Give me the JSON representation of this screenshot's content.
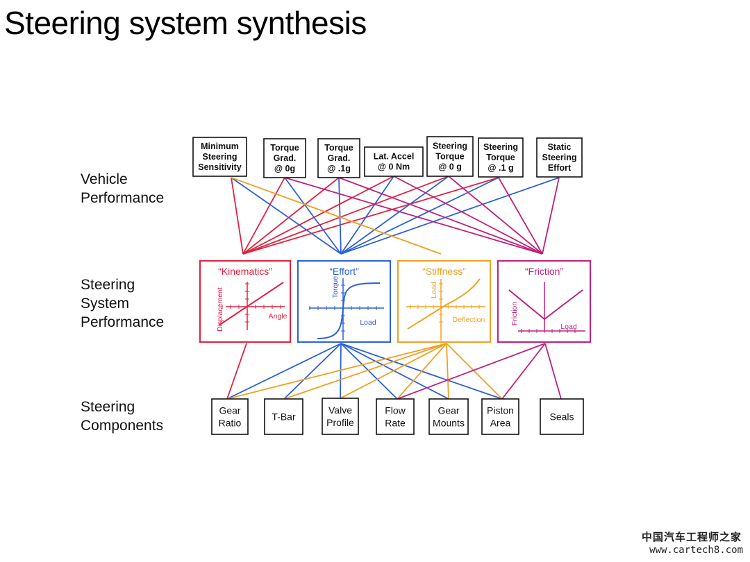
{
  "title": "Steering system synthesis",
  "row_labels": {
    "vehicle": [
      "Vehicle",
      "Performance"
    ],
    "system": [
      "Steering",
      "System",
      "Performance"
    ],
    "components": [
      "Steering",
      "Components"
    ]
  },
  "colors": {
    "kinematics": "#e0213f",
    "effort": "#2b5fd9",
    "stiffness": "#f0a020",
    "friction": "#c0207a"
  },
  "vehicle_boxes": [
    {
      "id": "v1",
      "lines": [
        "Minimum",
        "Steering",
        "Sensitivity"
      ]
    },
    {
      "id": "v2",
      "lines": [
        "Torque",
        "Grad.",
        "@ 0g"
      ]
    },
    {
      "id": "v3",
      "lines": [
        "Torque",
        "Grad.",
        "@ .1g"
      ]
    },
    {
      "id": "v4",
      "lines": [
        "Lat. Accel",
        "@ 0 Nm"
      ]
    },
    {
      "id": "v5",
      "lines": [
        "Steering",
        "Torque",
        "@ 0 g"
      ]
    },
    {
      "id": "v6",
      "lines": [
        "Steering",
        "Torque",
        "@ .1 g"
      ]
    },
    {
      "id": "v7",
      "lines": [
        "Static",
        "Steering",
        "Effort"
      ]
    }
  ],
  "panels": [
    {
      "id": "kinematics",
      "title": "“Kinematics”",
      "ylabel": "Displacement",
      "xlabel": "Angle"
    },
    {
      "id": "effort",
      "title": "“Effort”",
      "ylabel": "Torque",
      "xlabel": "Load"
    },
    {
      "id": "stiffness",
      "title": "“Stiffness”",
      "ylabel": "Load",
      "xlabel": "Deflection"
    },
    {
      "id": "friction",
      "title": "“Friction”",
      "ylabel": "Friction",
      "xlabel": "Load"
    }
  ],
  "components": [
    {
      "id": "c1",
      "lines": [
        "Gear",
        "Ratio"
      ]
    },
    {
      "id": "c2",
      "lines": [
        "T-Bar"
      ]
    },
    {
      "id": "c3",
      "lines": [
        "Valve",
        "Profile"
      ]
    },
    {
      "id": "c4",
      "lines": [
        "Flow",
        "Rate"
      ]
    },
    {
      "id": "c5",
      "lines": [
        "Gear",
        "Mounts"
      ]
    },
    {
      "id": "c6",
      "lines": [
        "Piston",
        "Area"
      ]
    },
    {
      "id": "c7",
      "lines": [
        "Seals"
      ]
    }
  ],
  "upper_links": {
    "kinematics": [
      "v1",
      "v2",
      "v3",
      "v4",
      "v5",
      "v6"
    ],
    "effort": [
      "v1",
      "v2",
      "v3",
      "v4",
      "v5",
      "v6",
      "v7"
    ],
    "stiffness": [
      "v1"
    ],
    "friction": [
      "v2",
      "v3",
      "v4",
      "v5",
      "v6",
      "v7"
    ]
  },
  "lower_links": {
    "kinematics": [
      "c1"
    ],
    "effort": [
      "c1",
      "c2",
      "c3",
      "c4",
      "c5",
      "c6"
    ],
    "stiffness": [
      "c1",
      "c2",
      "c3",
      "c4",
      "c5",
      "c6"
    ],
    "friction": [
      "c4",
      "c6",
      "c7"
    ]
  },
  "watermark": {
    "line1": "中国汽车工程师之家",
    "line2": "www.cartech8.com"
  }
}
